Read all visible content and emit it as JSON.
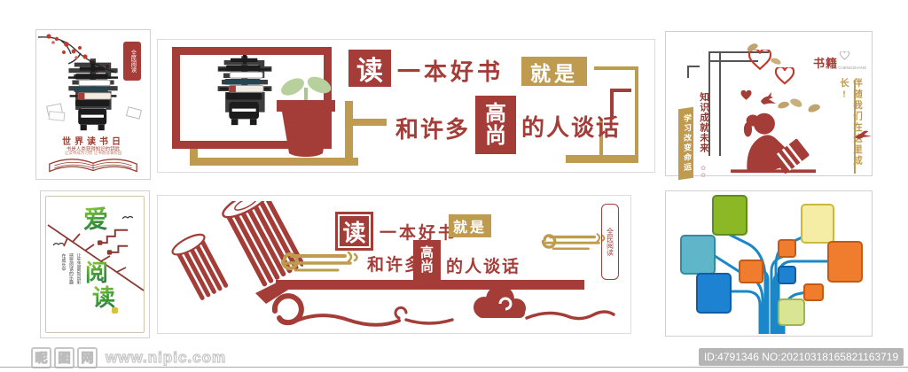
{
  "colors": {
    "maroon": "#a43d38",
    "gold": "#bf9b4f",
    "green": "#4ba238",
    "tree_blue": "#1987c8",
    "gray_line": "#555555"
  },
  "panels": {
    "poster_world_book_day": {
      "seal_label": "全民阅读",
      "calligraphy_char": "書",
      "title": "世界读书日",
      "caption_line1": "书是人类获得知识的钥匙",
      "caption_line2": "让读书成为习惯 让书香溢满校园"
    },
    "wall_top": {
      "calligraphy_char": "書",
      "word_du": "读",
      "phrase_book": "一本好书",
      "word_jiushi": "就是",
      "phrase_and": "和许多",
      "word_gao": "高",
      "word_shang": "尚",
      "phrase_talk": "的人谈话"
    },
    "wall_right_top": {
      "banner_gold": "学习改变命运",
      "banner_red": "知识成就未来",
      "flower_marks": "✿✿",
      "title": "书籍",
      "title_caption": "SHUJI CHENGZHANG",
      "vertical_slogan": "伴随我们在这里成长!"
    },
    "poster_love_reading": {
      "char_ai": "爱",
      "char_yue": "阅",
      "char_du": "读",
      "columns": [
        "在成长中",
        "感受阅读的乐趣",
        "让生活更加出彩"
      ]
    },
    "wall_bottom": {
      "word_du": "读",
      "phrase_book": "一本好书",
      "word_jiushi": "就是",
      "phrase_and": "和许多",
      "word_gao": "高",
      "word_shang": "尚",
      "phrase_talk": "的人谈话",
      "seal_label": "全民阅读"
    }
  },
  "watermark": {
    "site_chars": [
      "昵",
      "图",
      "网"
    ],
    "site_url": "www.nipic.com",
    "id_text": "ID:4791346 NO:20210318165821163719"
  }
}
